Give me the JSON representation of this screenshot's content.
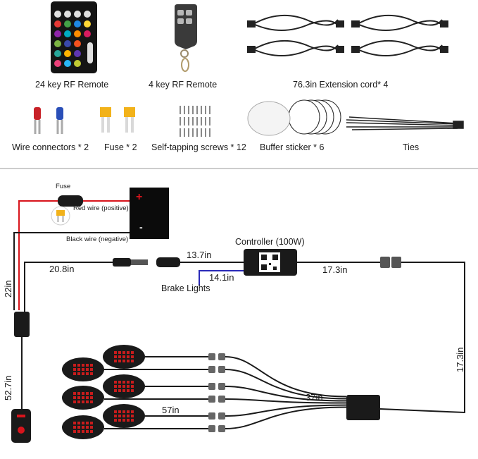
{
  "accessories": {
    "remote24_label": "24 key RF Remote",
    "remote4_label": "4 key RF Remote",
    "extension_label": "76.3in Extension cord* 4",
    "connectors_label": "Wire connectors * 2",
    "fuse_label": "Fuse * 2",
    "screws_label": "Self-tapping screws * 12",
    "sticker_label": "Buffer sticker * 6",
    "ties_label": "Ties"
  },
  "wiring": {
    "fuse_label": "Fuse",
    "red_wire_label": "Red wire (positive)",
    "black_wire_label": "Black wire (negative)",
    "controller_label": "Controller (100W)",
    "brake_label": "Brake Lights",
    "len_22": "22in",
    "len_20_8": "20.8in",
    "len_13_7": "13.7in",
    "len_14_1": "14.1in",
    "len_17_3_h": "17.3in",
    "len_17_3_v": "17.3in",
    "len_52_7": "52.7in",
    "len_37": "37in",
    "len_57": "57in",
    "battery_plus": "+",
    "battery_minus": "-"
  },
  "colors": {
    "red_wire": "#d8141c",
    "black_wire": "#1a1a1a",
    "blue_wire": "#2a2ab8",
    "fuse_yellow": "#f2b21a",
    "battery": "#0b0b0b"
  }
}
